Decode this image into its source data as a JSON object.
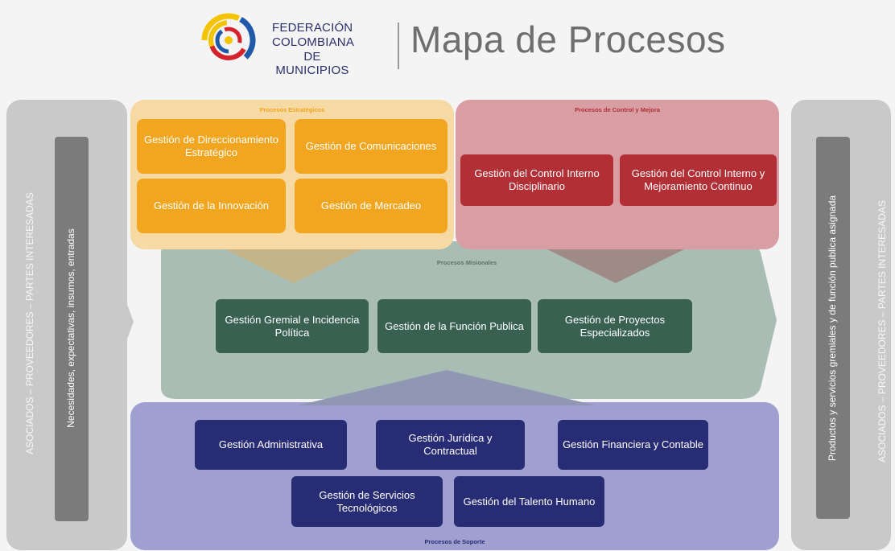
{
  "header": {
    "org_lines": [
      "FEDERACIÓN",
      "COLOMBIANA",
      "DE MUNICIPIOS"
    ],
    "title": "Mapa de Procesos"
  },
  "left_panel": {
    "outer_text": "ASOCIADOS – PROVEEDORES – PARTES INTERESADAS",
    "bar_text": "Necesidades, expectativas, insumos, entradas"
  },
  "right_panel": {
    "outer_text": "ASOCIADOS – PROVEEDORES – PARTES INTERESADAS",
    "bar_text": "Productos y servicios gremiales y de función publica asignada"
  },
  "strategic": {
    "label": "Procesos Estratégicos",
    "boxes": [
      "Gestión de Direccionamiento Estratégico",
      "Gestión de Comunicaciones",
      "Gestión de la Innovación",
      "Gestión de Mercadeo"
    ]
  },
  "control": {
    "label": "Procesos de Control y Mejora",
    "boxes": [
      "Gestión del Control Interno Disciplinario",
      "Gestión del Control Interno y Mejoramiento Continuo"
    ]
  },
  "missional": {
    "label": "Procesos Misionales",
    "boxes": [
      "Gestión Gremial e Incidencia Política",
      "Gestión de la Función Publica",
      "Gestión de Proyectos Especializados"
    ]
  },
  "support": {
    "label": "Procesos de Soporte",
    "boxes": [
      "Gestión Administrativa",
      "Gestión Jurídica y Contractual",
      "Gestión Financiera y Contable",
      "Gestión de Servicios Tecnológicos",
      "Gestión del Talento Humano"
    ]
  },
  "colors": {
    "strategic_bg": "#f6d9a3",
    "strategic_box": "#f2a51e",
    "control_bg": "#d99ea3",
    "control_box": "#b12f35",
    "missional_bg": "#a9bdb4",
    "missional_box": "#386152",
    "support_bg": "#9fa0cf",
    "support_box": "#272c74",
    "side_panel": "#c9c9c9",
    "side_bar": "#7b7b7b"
  }
}
